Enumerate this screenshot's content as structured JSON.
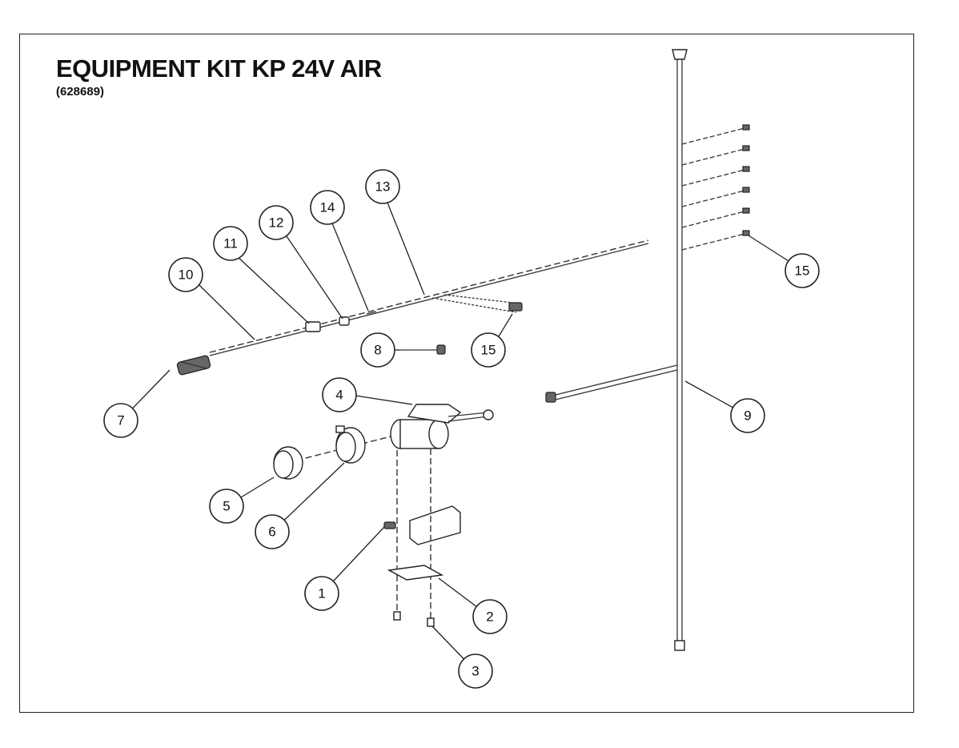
{
  "diagram": {
    "title": "EQUIPMENT KIT KP 24V AIR",
    "part_number": "(628689)",
    "callouts": [
      {
        "id": "c1",
        "label": "1"
      },
      {
        "id": "c2",
        "label": "2"
      },
      {
        "id": "c3",
        "label": "3"
      },
      {
        "id": "c4",
        "label": "4"
      },
      {
        "id": "c5",
        "label": "5"
      },
      {
        "id": "c6",
        "label": "6"
      },
      {
        "id": "c7",
        "label": "7"
      },
      {
        "id": "c8",
        "label": "8"
      },
      {
        "id": "c9",
        "label": "9"
      },
      {
        "id": "c10",
        "label": "10"
      },
      {
        "id": "c11",
        "label": "11"
      },
      {
        "id": "c12",
        "label": "12"
      },
      {
        "id": "c13",
        "label": "13"
      },
      {
        "id": "c14",
        "label": "14"
      },
      {
        "id": "c15a",
        "label": "15"
      },
      {
        "id": "c15b",
        "label": "15"
      }
    ],
    "colors": {
      "line": "#222222",
      "background": "#ffffff"
    }
  }
}
